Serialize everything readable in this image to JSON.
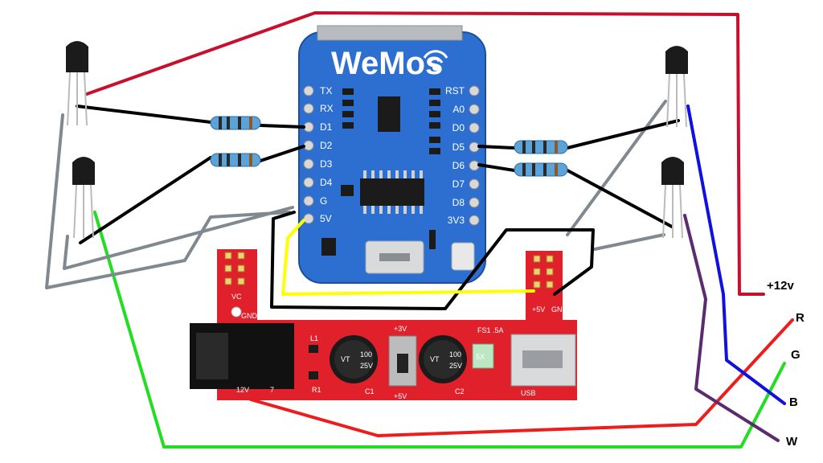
{
  "board": {
    "logo": "WeMos",
    "left_pins": [
      "TX",
      "RX",
      "D1",
      "D2",
      "D3",
      "D4",
      "G",
      "5V"
    ],
    "right_pins": [
      "RST",
      "A0",
      "D0",
      "D5",
      "D6",
      "D7",
      "D8",
      "3V3"
    ]
  },
  "supply": {
    "cap1_top": "100",
    "cap1_bottom": "25V",
    "cap1_side": "VT",
    "cap2_top": "100",
    "cap2_bottom": "25V",
    "cap2_side": "VT",
    "volt_12": "12V",
    "num_7": "7",
    "r1": "R1",
    "c1": "C1",
    "c2": "C2",
    "l1": "L1",
    "usb": "USB",
    "fs1": "FS1 .5A",
    "vc": "VC",
    "gnd_left": "GND",
    "gnd_right": "GND",
    "plus5v_right": "+5V",
    "plus5v_bottom": "+5V",
    "plus3v": "+3V",
    "fuse_mark": "5X"
  },
  "labels": {
    "v12": "+12v",
    "r": "R",
    "g": "G",
    "b": "B",
    "w": "W"
  },
  "colors": {
    "wire_red_dark": "#c8102e",
    "wire_red": "#ee1c1c",
    "wire_green": "#22dd22",
    "wire_blue": "#1010e0",
    "wire_purple": "#5c2a6e",
    "wire_gray": "#808890",
    "wire_black": "#000000",
    "wire_yellow": "#ffff00",
    "board_blue": "#2d6fd0",
    "pcb_red": "#e0202a"
  }
}
